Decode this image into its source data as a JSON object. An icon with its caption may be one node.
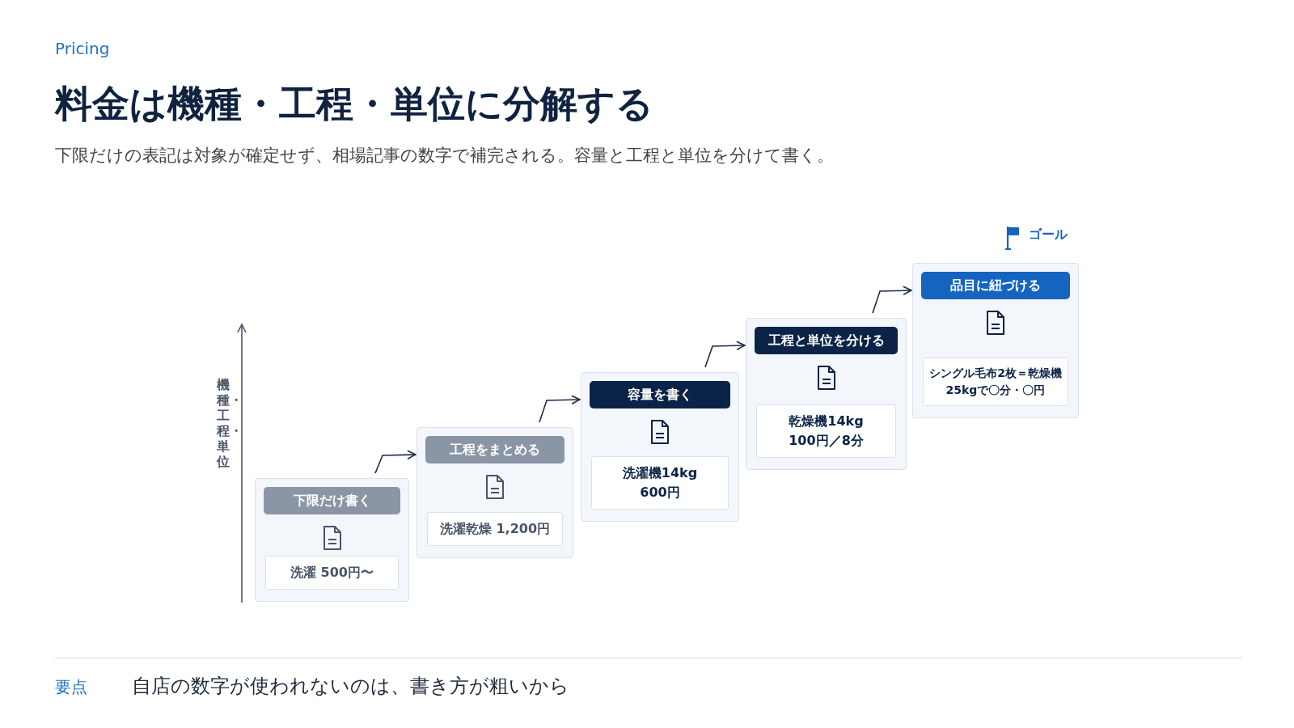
{
  "diagram": {
    "title": "料金は機種・工程・単位に分解する",
    "nodes": [
      {
        "text": [
          "下限だけ書く",
          "洗濯 500円〜"
        ]
      },
      {
        "text": [
          "工程をまとめる",
          "洗濯乾燥 1,200円"
        ]
      },
      {
        "text": [
          "容量を書く",
          "洗濯機14kg 600円"
        ]
      },
      {
        "text": [
          "工程と単位を分ける",
          "乾燥機14kg 100円／8分"
        ]
      },
      {
        "text": [
          "品目に紐づける",
          "シングル毛布2枚＝乾燥機25kgで〇分・〇円"
        ]
      }
    ],
    "edges": [
      {
        "from": 0,
        "to": 1,
        "arrow": "to"
      },
      {
        "from": 1,
        "to": 2,
        "arrow": "to"
      },
      {
        "from": 2,
        "to": 3,
        "arrow": "to"
      },
      {
        "from": 3,
        "to": 4,
        "arrow": "to"
      }
    ],
    "labels": [
      "Pricing",
      "下限だけの表記は対象が確定せず、相場記事の数字で補完される。容量と工程と単位を分けて書く。",
      "ゴール",
      "機種・工程・単位",
      "要点",
      "自店の数字が使われないのは、書き方が粗いから"
    ]
  }
}
